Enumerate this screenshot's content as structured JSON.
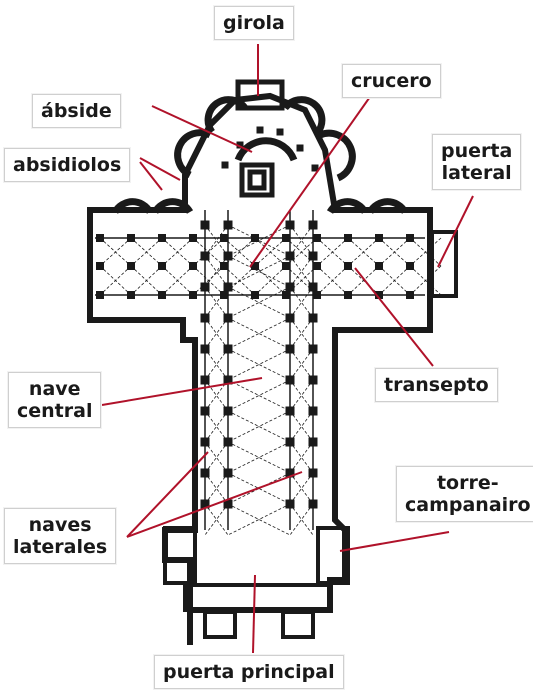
{
  "labels": {
    "girola": "girola",
    "abside": "ábside",
    "absidiolos": "absidiolos",
    "crucero": "crucero",
    "puerta_lateral_1": "puerta",
    "puerta_lateral_2": "lateral",
    "nave_central_1": "nave",
    "nave_central_2": "central",
    "transepto": "transepto",
    "torre_1": "torre-",
    "torre_2": "campanairo",
    "naves_laterales_1": "naves",
    "naves_laterales_2": "laterales",
    "puerta_principal": "puerta principal"
  },
  "colors": {
    "leader": "#b0122a",
    "ink": "#1a1a1a"
  }
}
